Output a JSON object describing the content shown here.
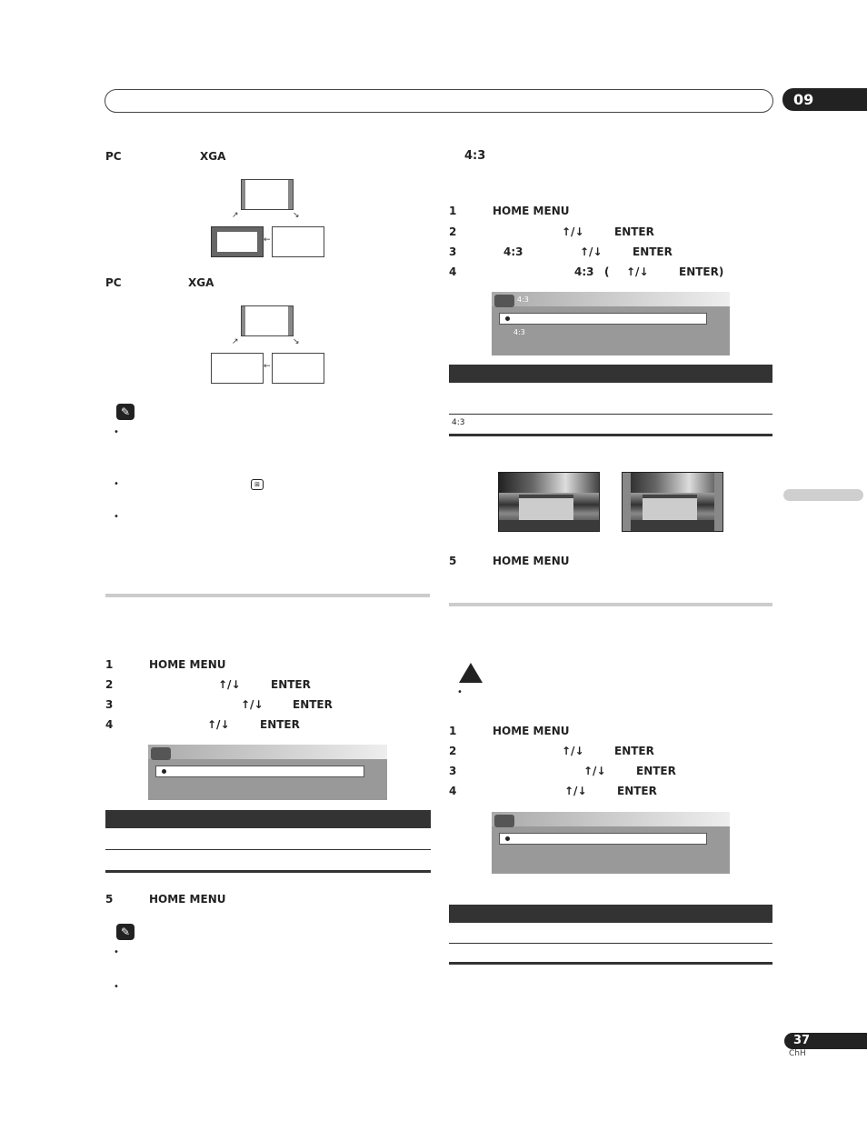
{
  "header": {
    "chapter": "09",
    "page_number": "37",
    "page_lang": "ChH"
  },
  "left": {
    "pc_label_1": "PC",
    "xga_label_1": "XGA",
    "pc_label_2": "PC",
    "xga_label_2": "XGA",
    "steps": [
      {
        "num": "1",
        "key": "HOME MENU",
        "arrows": "",
        "enter": ""
      },
      {
        "num": "2",
        "key": "",
        "arrows": "↑/↓",
        "enter": "ENTER"
      },
      {
        "num": "3",
        "key": "",
        "arrows": "↑/↓",
        "enter": "ENTER"
      },
      {
        "num": "4",
        "key": "",
        "arrows": "↑/↓",
        "enter": "ENTER"
      }
    ],
    "step5": {
      "num": "5",
      "key": "HOME MENU"
    }
  },
  "right": {
    "title": "4:3",
    "steps": [
      {
        "num": "1",
        "key": "HOME MENU"
      },
      {
        "num": "2",
        "arrows": "↑/↓",
        "enter": "ENTER"
      },
      {
        "num": "3",
        "label": "4:3",
        "arrows": "↑/↓",
        "enter": "ENTER"
      },
      {
        "num": "4",
        "label": "4:3",
        "paren": "(",
        "arrows": "↑/↓",
        "enter": "ENTER)"
      }
    ],
    "menu": {
      "title": "4:3",
      "sub": "4:3"
    },
    "table_row": "4:3",
    "step5": {
      "num": "5",
      "key": "HOME MENU"
    },
    "steps_b": [
      {
        "num": "1",
        "key": "HOME MENU"
      },
      {
        "num": "2",
        "arrows": "↑/↓",
        "enter": "ENTER"
      },
      {
        "num": "3",
        "arrows": "↑/↓",
        "enter": "ENTER"
      },
      {
        "num": "4",
        "arrows": "↑/↓",
        "enter": "ENTER"
      }
    ]
  },
  "icons": {
    "note": "note-icon",
    "caution": "caution-icon",
    "widescreen": "widescreen-icon"
  }
}
